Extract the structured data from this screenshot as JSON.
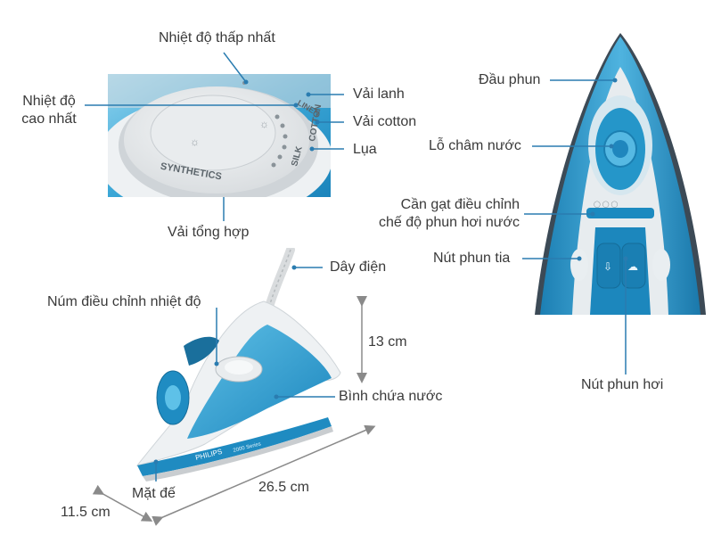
{
  "labels": {
    "lowest_temp": "Nhiệt độ thấp nhất",
    "highest_temp_line1": "Nhiệt độ",
    "highest_temp_line2": "cao nhất",
    "linen": "Vải lanh",
    "cotton": "Vải cotton",
    "silk": "Lụa",
    "synthetic_fabric": "Vải tổng hợp",
    "spray_nozzle": "Đầu phun",
    "water_fill_hole": "Lỗ châm nước",
    "steam_lever_line1": "Cần gạt điều chỉnh",
    "steam_lever_line2": "chế độ phun hơi nước",
    "spray_button": "Nút phun tia",
    "steam_button": "Nút phun hơi",
    "power_cord": "Dây điện",
    "temp_knob": "Núm điều chỉnh nhiệt độ",
    "height": "13 cm",
    "water_tank": "Bình chứa nước",
    "soleplate": "Mặt đế",
    "length": "26.5 cm",
    "width": "11.5 cm"
  },
  "dial_text": {
    "synthetics": "SYNTHETICS",
    "silk": "SILK",
    "cotton": "COTTON",
    "linen": "LINEN"
  },
  "brand": {
    "name": "PHILIPS",
    "model": "2000 Series"
  },
  "colors": {
    "accent_blue": "#1e8fc4",
    "dark_blue": "#0f6d9e",
    "light_blue": "#6fc6e8"
  }
}
